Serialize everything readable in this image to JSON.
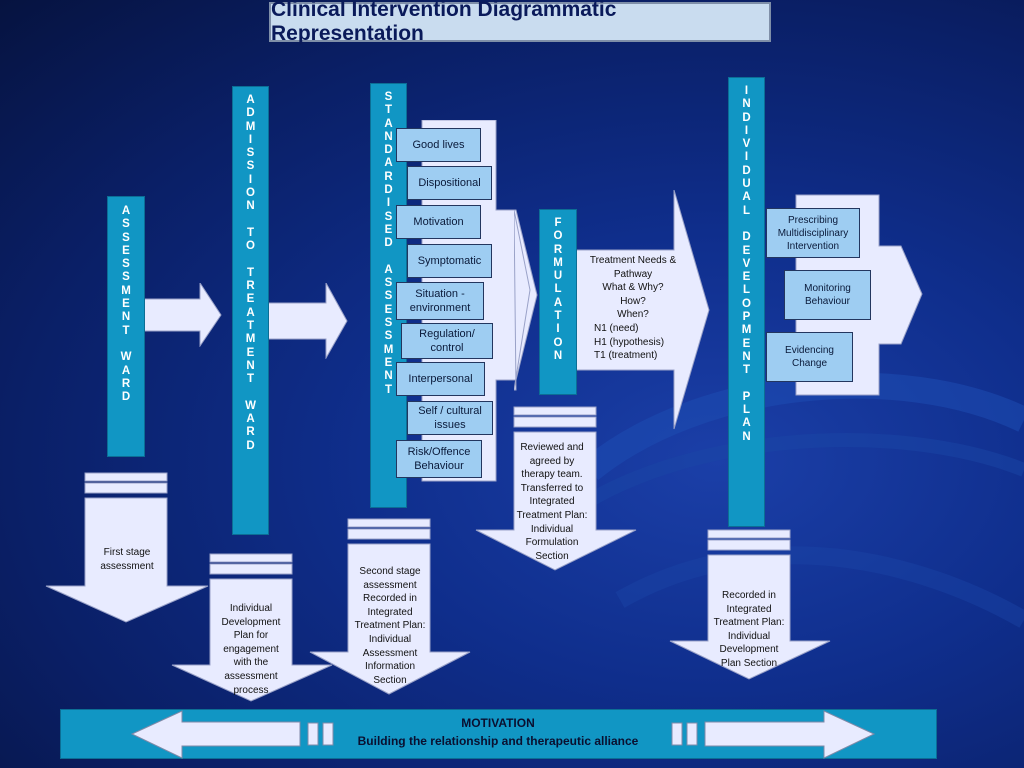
{
  "title": "Clinical Intervention Diagrammatic Representation",
  "bars": {
    "assessment": [
      "A",
      "S",
      "S",
      "E",
      "S",
      "S",
      "M",
      "E",
      "N",
      "T",
      "",
      "W",
      "A",
      "R",
      "D"
    ],
    "admission": [
      "A",
      "D",
      "M",
      "I",
      "S",
      "S",
      "I",
      "O",
      "N",
      "",
      "T",
      "O",
      "",
      "T",
      "R",
      "E",
      "A",
      "T",
      "M",
      "E",
      "N",
      "T",
      "",
      "W",
      "A",
      "R",
      "D"
    ],
    "standardised": [
      "S",
      "T",
      "A",
      "N",
      "D",
      "A",
      "R",
      "D",
      "I",
      "S",
      "E",
      "D",
      "",
      "A",
      "S",
      "S",
      "E",
      "S",
      "S",
      "M",
      "E",
      "N",
      "T"
    ],
    "formulation": [
      "F",
      "O",
      "R",
      "M",
      "U",
      "L",
      "A",
      "T",
      "I",
      "O",
      "N"
    ],
    "individual": [
      "I",
      "N",
      "D",
      "I",
      "V",
      "I",
      "D",
      "U",
      "A",
      "L",
      "",
      "D",
      "E",
      "V",
      "E",
      "L",
      "O",
      "P",
      "M",
      "E",
      "N",
      "T",
      "",
      "P",
      "L",
      "A",
      "N"
    ]
  },
  "assessment_boxes": [
    "Good lives",
    "Dispositional",
    "Motivation",
    "Symptomatic",
    "Situation - environment",
    "Regulation/ control",
    "Interpersonal",
    "Self / cultural issues",
    "Risk/Offence Behaviour"
  ],
  "formulation_text": [
    "Treatment Needs &",
    "Pathway",
    "What & Why?",
    "How?",
    "When?",
    "N1 (need)",
    "H1 (hypothesis)",
    "T1 (treatment)"
  ],
  "plan_boxes": [
    "Prescribing Multidisciplinary Intervention",
    "Monitoring Behaviour",
    "Evidencing Change"
  ],
  "down_notes": {
    "first": "First stage assessment",
    "individual": "Individual Development Plan for engagement with the assessment process",
    "second": "Second stage assessment Recorded in Integrated Treatment Plan: Individual Assessment Information Section",
    "reviewed": "Reviewed and agreed by therapy team. Transferred to Integrated Treatment Plan: Individual Formulation Section",
    "recorded": "Recorded in Integrated Treatment Plan: Individual Development Plan Section"
  },
  "motivation": {
    "title": "MOTIVATION",
    "subtitle": "Building the relationship and therapeutic alliance"
  },
  "colors": {
    "bar": "#1196c4",
    "box": "#9ecdf2",
    "arrow": "#e8ebff",
    "title_bg": "#c9dcef"
  }
}
